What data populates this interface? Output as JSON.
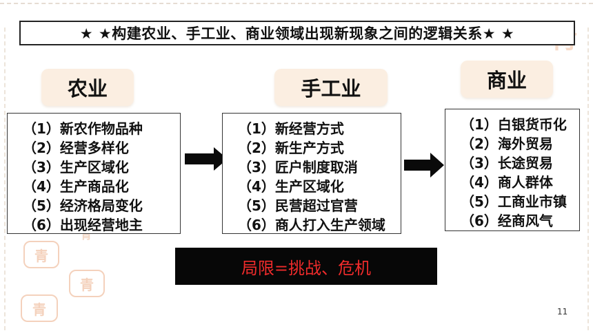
{
  "title": "★ ★构建农业、手工业、商业领域出现新现象之间的逻辑关系★ ★",
  "columns": [
    {
      "heading": "农业",
      "items": [
        "（1）新农作物品种",
        "（2）经营多样化",
        "（3）生产区域化",
        "（4）生产商品化",
        "（5）经济格局变化",
        "（6）出现经营地主"
      ]
    },
    {
      "heading": "手工业",
      "items": [
        "（1）新经营方式",
        "（2）新生产方式",
        "（3）匠户制度取消",
        "（4）生产区域化",
        "（5）民营超过官营",
        "（6）商人打入生产领域"
      ]
    },
    {
      "heading": "商业",
      "items": [
        "（1）白银货币化",
        "（2）海外贸易",
        "（3）长途贸易",
        "（4）商人群体",
        "（5）工商业市镇",
        "（6）经商风气"
      ]
    }
  ],
  "limit_text": "局限=挑战、危机",
  "page_number": "11",
  "decor": {
    "stamp_text": "青",
    "stamp_big_text": "青"
  },
  "colors": {
    "heading_bg": "#fbeee1",
    "limit_bg": "#070707",
    "limit_text": "#ef2b2b",
    "stamp": "#f3cdb5"
  }
}
